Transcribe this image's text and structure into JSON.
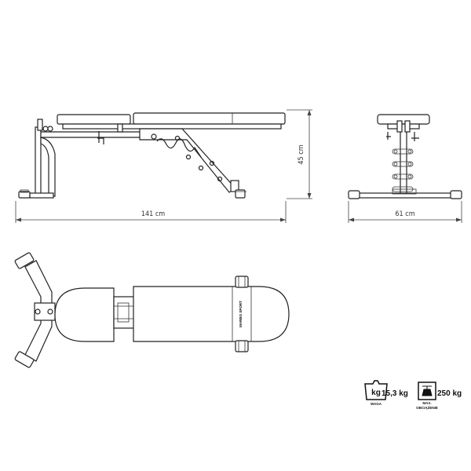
{
  "dimensions": {
    "length": "141 cm",
    "height": "45 cm",
    "width": "61 cm"
  },
  "brand_text": "MARBO SPORT",
  "specs": {
    "weight_icon": "kg",
    "weight_value": "15,3 kg",
    "weight_label": "WAGA",
    "load_icon": "weight-load-icon",
    "load_value": "250 kg",
    "load_label": "MAX.",
    "load_sublabel": "OBCIĄŻENIE"
  }
}
